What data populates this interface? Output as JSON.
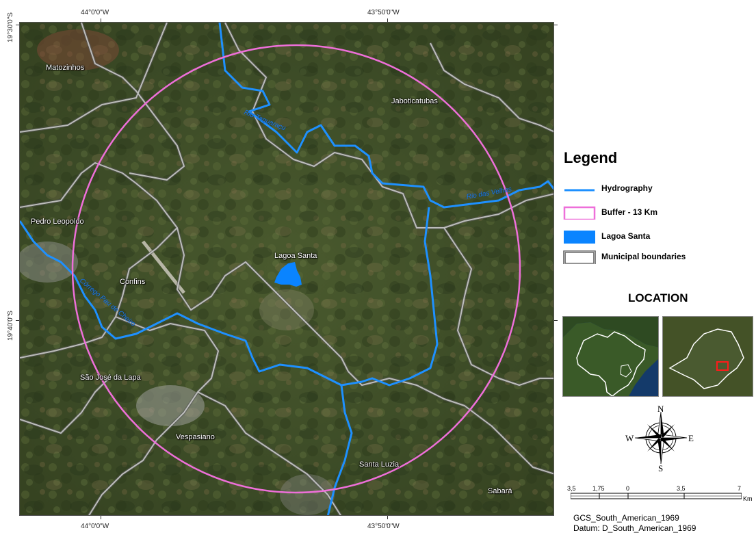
{
  "coordinates": {
    "top_left_lon": "44°0'0\"W",
    "top_right_lon": "43°50'0\"W",
    "bottom_left_lon": "44°0'0\"W",
    "bottom_right_lon": "43°50'0\"W",
    "lat_top": "19°30'0\"S",
    "lat_middle": "19°40'0\"S"
  },
  "cities": {
    "matozinhos": "Matozinhos",
    "jaboticatubas": "Jaboticatubas",
    "pedro_leopoldo": "Pedro Leopoldo",
    "confins": "Confins",
    "lagoa_santa": "Lagoa Santa",
    "sao_jose_da_lapa": "São José da Lapa",
    "vespasiano": "Vespasiano",
    "santa_luzia": "Santa Luzia",
    "sabara": "Sabará"
  },
  "rivers": {
    "taquaracu": "Rio Taquaraçu",
    "velhas": "Rio das Velhas",
    "corrego": "Córrego Pau de Cheiro"
  },
  "legend": {
    "title": "Legend",
    "items": [
      {
        "label": "Hydrography",
        "color": "#1e90ff",
        "icon": "line-symbol"
      },
      {
        "label": "Buffer - 13 Km",
        "color": "#ee6fd9",
        "icon": "outline-rect-symbol"
      },
      {
        "label": "Lagoa Santa",
        "color": "#0a84ff",
        "icon": "filled-rect-symbol"
      },
      {
        "label": "Municipal boundaries",
        "color": "#b5b5b5",
        "icon": "double-outline-rect-symbol"
      }
    ]
  },
  "location": {
    "title": "LOCATION"
  },
  "compass": {
    "n": "N",
    "s": "S",
    "e": "E",
    "w": "W"
  },
  "scale_bar": {
    "labels": [
      "3,5",
      "1,75",
      "0",
      "3,5",
      "7"
    ],
    "unit": "Km"
  },
  "datum": {
    "gcs": "GCS_South_American_1969",
    "datum": "Datum: D_South_American_1969"
  },
  "colors": {
    "hydrography": "#1e90ff",
    "buffer": "#ee6fd9",
    "boundary": "#b5b5b5",
    "lake": "#0a84ff",
    "inset_highlight": "#ff1a1a"
  }
}
